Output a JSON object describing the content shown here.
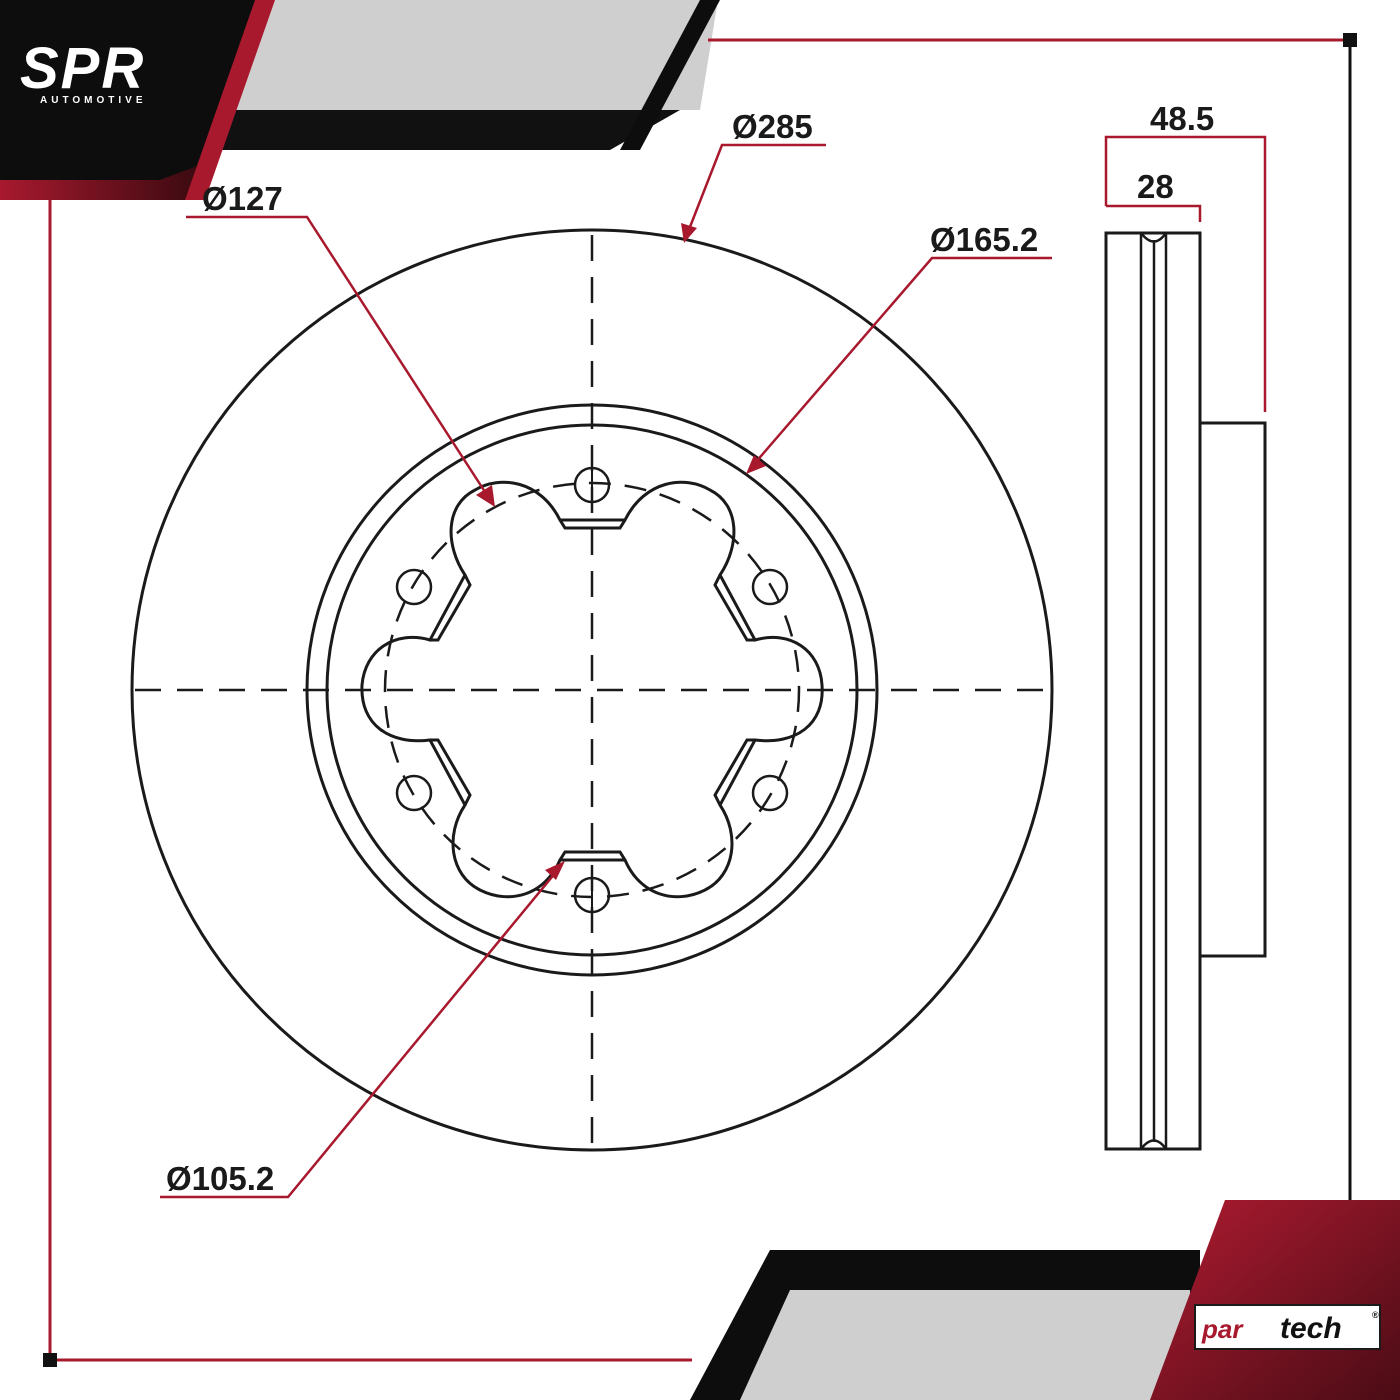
{
  "brand": {
    "logo_main": "SPR",
    "logo_sub": "AUTOMOTIVE",
    "partner_prefix": "par",
    "partner_suffix": "tech",
    "partner_mark": "®"
  },
  "dimensions": {
    "outer_diameter": "Ø285",
    "hat_diameter": "Ø165.2",
    "bolt_circle": "Ø127",
    "center_bore": "Ø105.2",
    "total_height": "48.5",
    "thickness": "28"
  },
  "colors": {
    "accent": "#a8192e",
    "dark": "#0d0d0d",
    "panel_gray": "#cfcfcf",
    "line": "#1a1a1a"
  },
  "icons": {
    "brand_logo": "spr-logo-icon",
    "partner_logo": "partech-logo-icon"
  }
}
